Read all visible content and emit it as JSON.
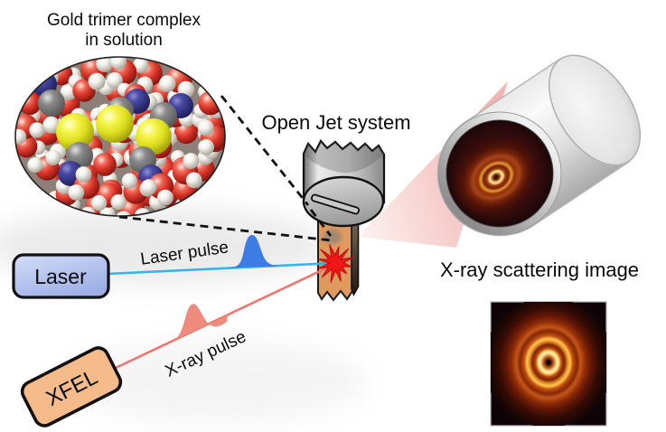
{
  "title": {
    "line1": "Gold trimer complex",
    "line2": "in solution"
  },
  "labels": {
    "open_jet": "Open Jet system",
    "laser_pulse": "Laser pulse",
    "xray_pulse": "X-ray pulse",
    "scattering_image": "X-ray scattering image",
    "laser_box": "Laser",
    "xfel_box": "XFEL"
  },
  "colors": {
    "laser_beam": "#35b4e8",
    "laser_pulse_fill": "#3b7de4",
    "xray_beam": "#f0756d",
    "xray_pulse_fill": "#ef8a7e",
    "laser_box_fill": "#aebfec",
    "xfel_box_fill": "#f6bb8a",
    "jet_fill": "#e09a5e",
    "starburst": "#f21717",
    "cone_pink": "#f0a8a4",
    "oxygen": "#d93428",
    "hydrogen": "#f3f1ec",
    "gold": "#dede20",
    "nitrogen": "#32327e",
    "carbon": "#8a8a8a",
    "scatter_ring_bright": "#ffeaa4",
    "scatter_background": "#0e0408"
  }
}
